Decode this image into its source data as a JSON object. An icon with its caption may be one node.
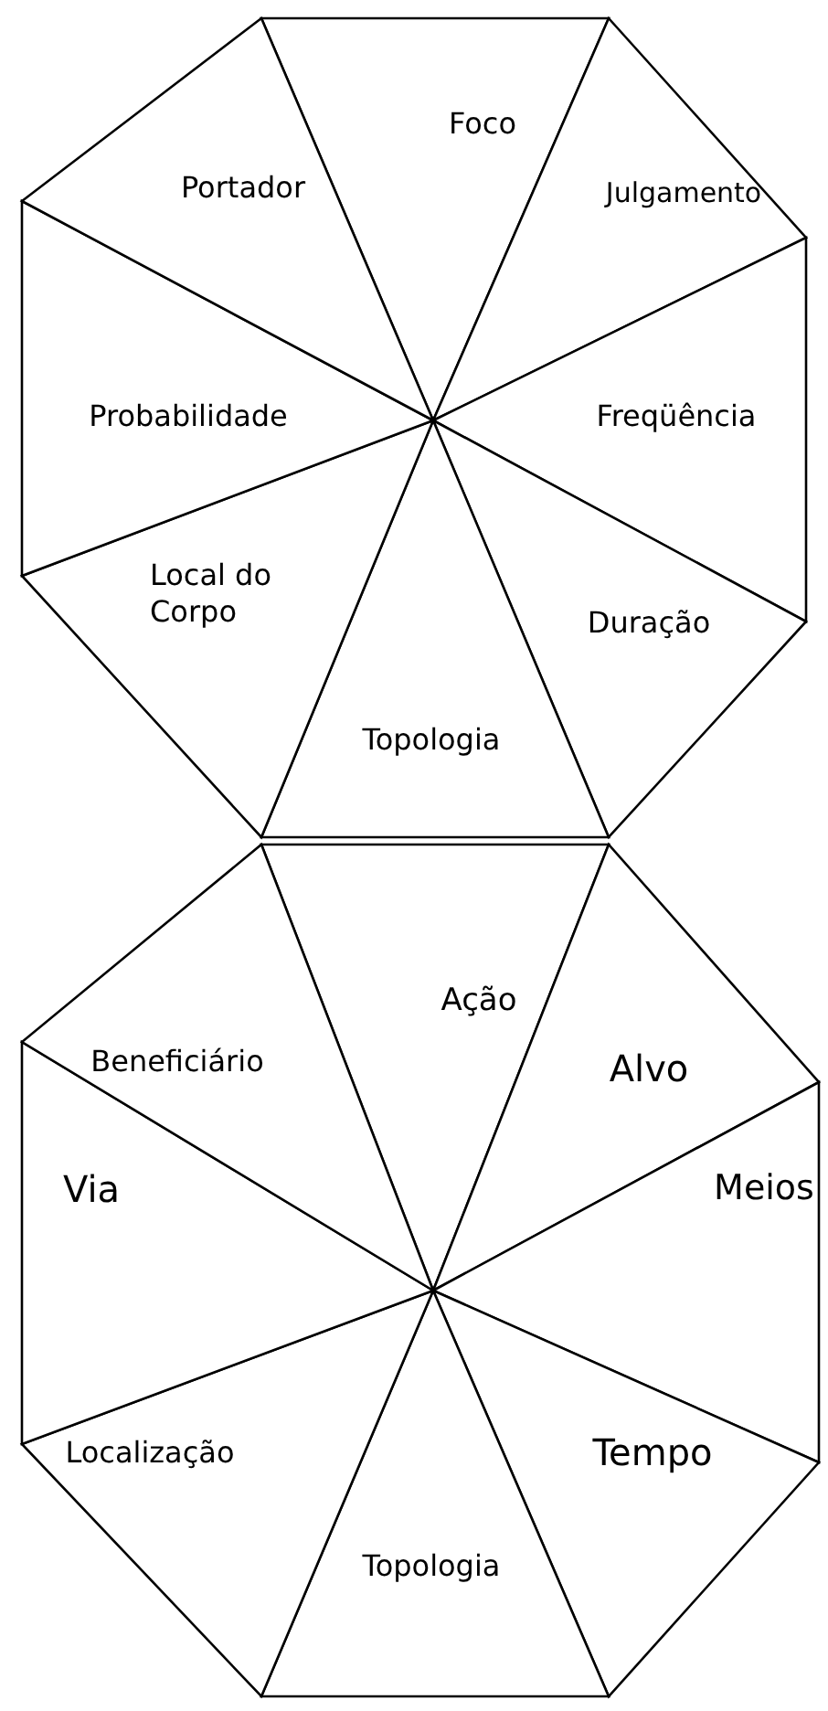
{
  "diagram": {
    "nodes": [
      {
        "text": [
          "Foco"
        ]
      },
      {
        "text": [
          "Julgamento"
        ]
      },
      {
        "text": [
          "Freqüência"
        ]
      },
      {
        "text": [
          "Duração"
        ]
      },
      {
        "text": [
          "Topologia"
        ]
      },
      {
        "text": [
          "Local do Corpo"
        ]
      },
      {
        "text": [
          "Probabilidade"
        ]
      },
      {
        "text": [
          "Portador"
        ]
      },
      {
        "text": [
          "Ação"
        ]
      },
      {
        "text": [
          "Alvo"
        ]
      },
      {
        "text": [
          "Meios"
        ]
      },
      {
        "text": [
          "Tempo"
        ]
      },
      {
        "text": [
          "Topologia"
        ]
      },
      {
        "text": [
          "Localização"
        ]
      },
      {
        "text": [
          "Via"
        ]
      },
      {
        "text": [
          "Beneficiário"
        ]
      }
    ]
  }
}
